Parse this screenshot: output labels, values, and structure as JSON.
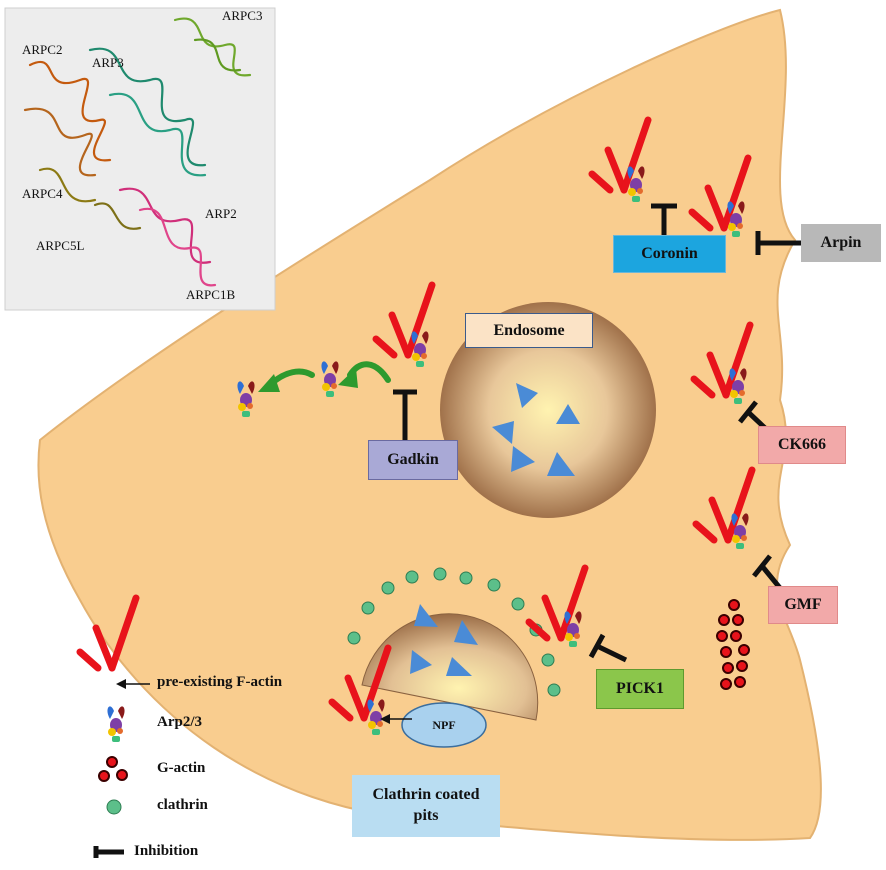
{
  "inset": {
    "labels": {
      "arpc2": "ARPC2",
      "arp3": "ARP3",
      "arpc3": "ARPC3",
      "arpc4": "ARPC4",
      "arp2": "ARP2",
      "arpc5l": "ARPC5L",
      "arpc1b": "ARPC1B"
    }
  },
  "cell": {
    "endosome": "Endosome",
    "gadkin": "Gadkin",
    "coronin": "Coronin",
    "arpin": "Arpin",
    "ck666": "CK666",
    "gmf": "GMF",
    "pick1": "PICK1",
    "npf": "NPF",
    "clathrin_coated_pits": "Clathrin coated pits"
  },
  "legend": {
    "f_actin": "pre-existing F-actin",
    "arp23": "Arp2/3",
    "g_actin": "G-actin",
    "clathrin": "clathrin",
    "inhibition": "Inhibition"
  },
  "colors": {
    "cell_fill": "#F9CD8F",
    "f_actin": "#E8131B",
    "coronin_box": "#1CA5DF",
    "arpin_box": "#B8B8B8",
    "ck666_box": "#F2A9A9",
    "gmf_box": "#F2A9A9",
    "pick1_box": "#8BC64B",
    "gadkin_box": "#A9A9D6",
    "endosome_box": "#FBE3C6",
    "clathrin_box": "#B9DDF2",
    "npf": "#A9D1EE",
    "clathrin": "#5CBF8A",
    "cargo": "#4A8BD6",
    "arrow": "#2E9A2E"
  }
}
